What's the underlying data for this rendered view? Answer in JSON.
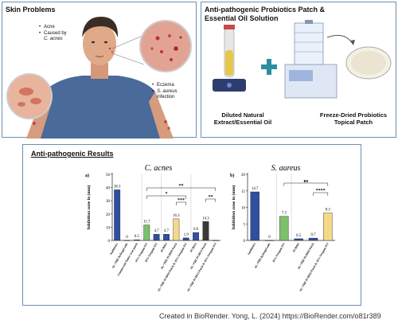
{
  "panels": {
    "skin": {
      "title": "Skin Problems",
      "bullets_top": [
        "Acne",
        "Caused by",
        "C. acnes"
      ],
      "bullets_bottom": [
        "Eczema",
        "S. aureus",
        "infection"
      ]
    },
    "patch": {
      "title_line1": "Anti-pathogenic Probiotics Patch &",
      "title_line2": "Essential Oil Solution",
      "caption_left_1": "Diluted Natural",
      "caption_left_2": "Extract/Essential Oil",
      "caption_right_1": "Freeze-Dried Probiotics",
      "caption_right_2": "Topical Patch"
    },
    "results": {
      "title": "Anti-pathogenic Results"
    }
  },
  "chart_data": [
    {
      "type": "bar",
      "panel_letter": "a)",
      "title": "C. acnes",
      "ylabel": "Inhibition zone in (mm)",
      "ylim": [
        0,
        50
      ],
      "yticks": [
        0,
        10,
        20,
        30,
        40,
        50
      ],
      "categories": [
        "Antibiotics",
        "AL+TRE hydrogel only",
        "Commercial Tantec acne patch",
        "10% Oregano EO",
        "30% Oregano EO",
        "PCB003",
        "AL+TRE PCB003 Patch",
        "AL+TRE PCB003 Patch & 30% Oregano EO",
        "PCB013",
        "AL+TRE PCB013 Patch",
        "AL+TRE PCB013 Patch & 30% Oregano EO"
      ],
      "values": [
        38.3,
        0,
        0.5,
        11.7,
        4.7,
        4.7,
        16.3,
        1.9,
        6.0,
        14.3,
        0
      ],
      "value_labels": [
        "38.3",
        "0",
        "0.5",
        "11.7",
        "4.7",
        "4.7",
        "16.3",
        "1.9",
        "6.0",
        "14.3",
        ""
      ],
      "significance": [
        "*",
        "***",
        "**",
        "**"
      ]
    },
    {
      "type": "bar",
      "panel_letter": "b)",
      "title": "S. aureus",
      "ylabel": "Inhibition zone in (mm)",
      "ylim": [
        0,
        20
      ],
      "yticks": [
        0,
        5,
        10,
        15,
        20
      ],
      "categories": [
        "Antibiotics",
        "AL+TRE hydrogel only",
        "30% Oregano EO",
        "PCB002",
        "AL+TRE PCB002 Patch",
        "AL+TRE PCB002 Patch & 30% Oregano EO"
      ],
      "values": [
        14.7,
        0,
        7.3,
        0.5,
        0.7,
        8.3
      ],
      "value_labels": [
        "14.7",
        "0",
        "7.3",
        "0.5",
        "0.7",
        "8.3"
      ],
      "significance": [
        "ns",
        "****"
      ]
    }
  ],
  "credit": "Created in BioRender. Yong, L. (2024) https://BioRender.com/o81r389",
  "colors": {
    "panel_border": "#6d8fb0",
    "bar_blue": "#2f4fa0",
    "bar_green": "#7cc06b",
    "bar_yellow": "#f5d98a",
    "bar_dark": "#3a3a3a",
    "shirt": "#4a6a9a"
  }
}
